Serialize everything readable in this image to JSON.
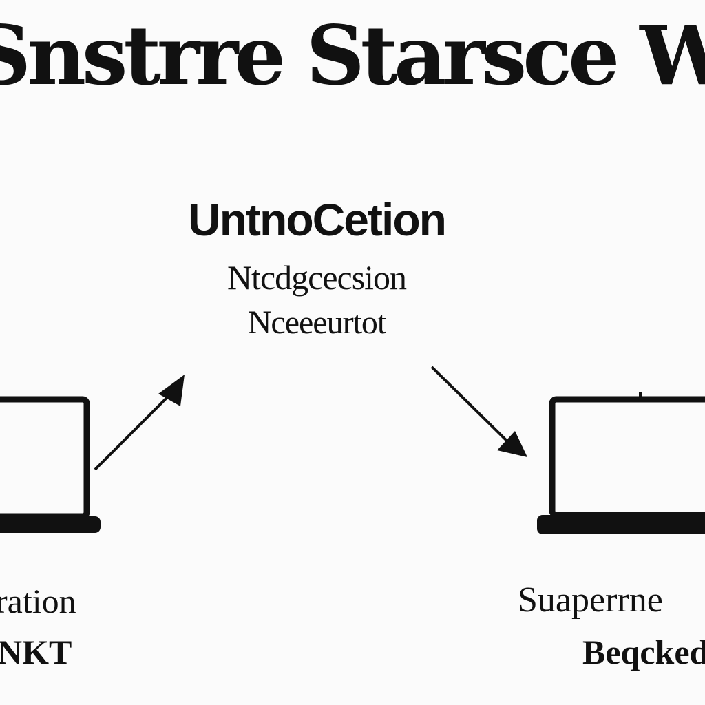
{
  "title": "Snstrre Starsce WasSig",
  "center": {
    "heading": "UntnoCetion",
    "line1": "Ntcdgcecsion",
    "line2": "Nceeeurtot"
  },
  "left_node": {
    "icon": "laptop-icon",
    "line1": "ration",
    "line2": "NKT"
  },
  "right_node": {
    "icon": "laptop-icon",
    "line1": "Suaperrne",
    "line2": "Beqcked"
  },
  "colors": {
    "background": "#fbfbfb",
    "ink": "#111111"
  }
}
